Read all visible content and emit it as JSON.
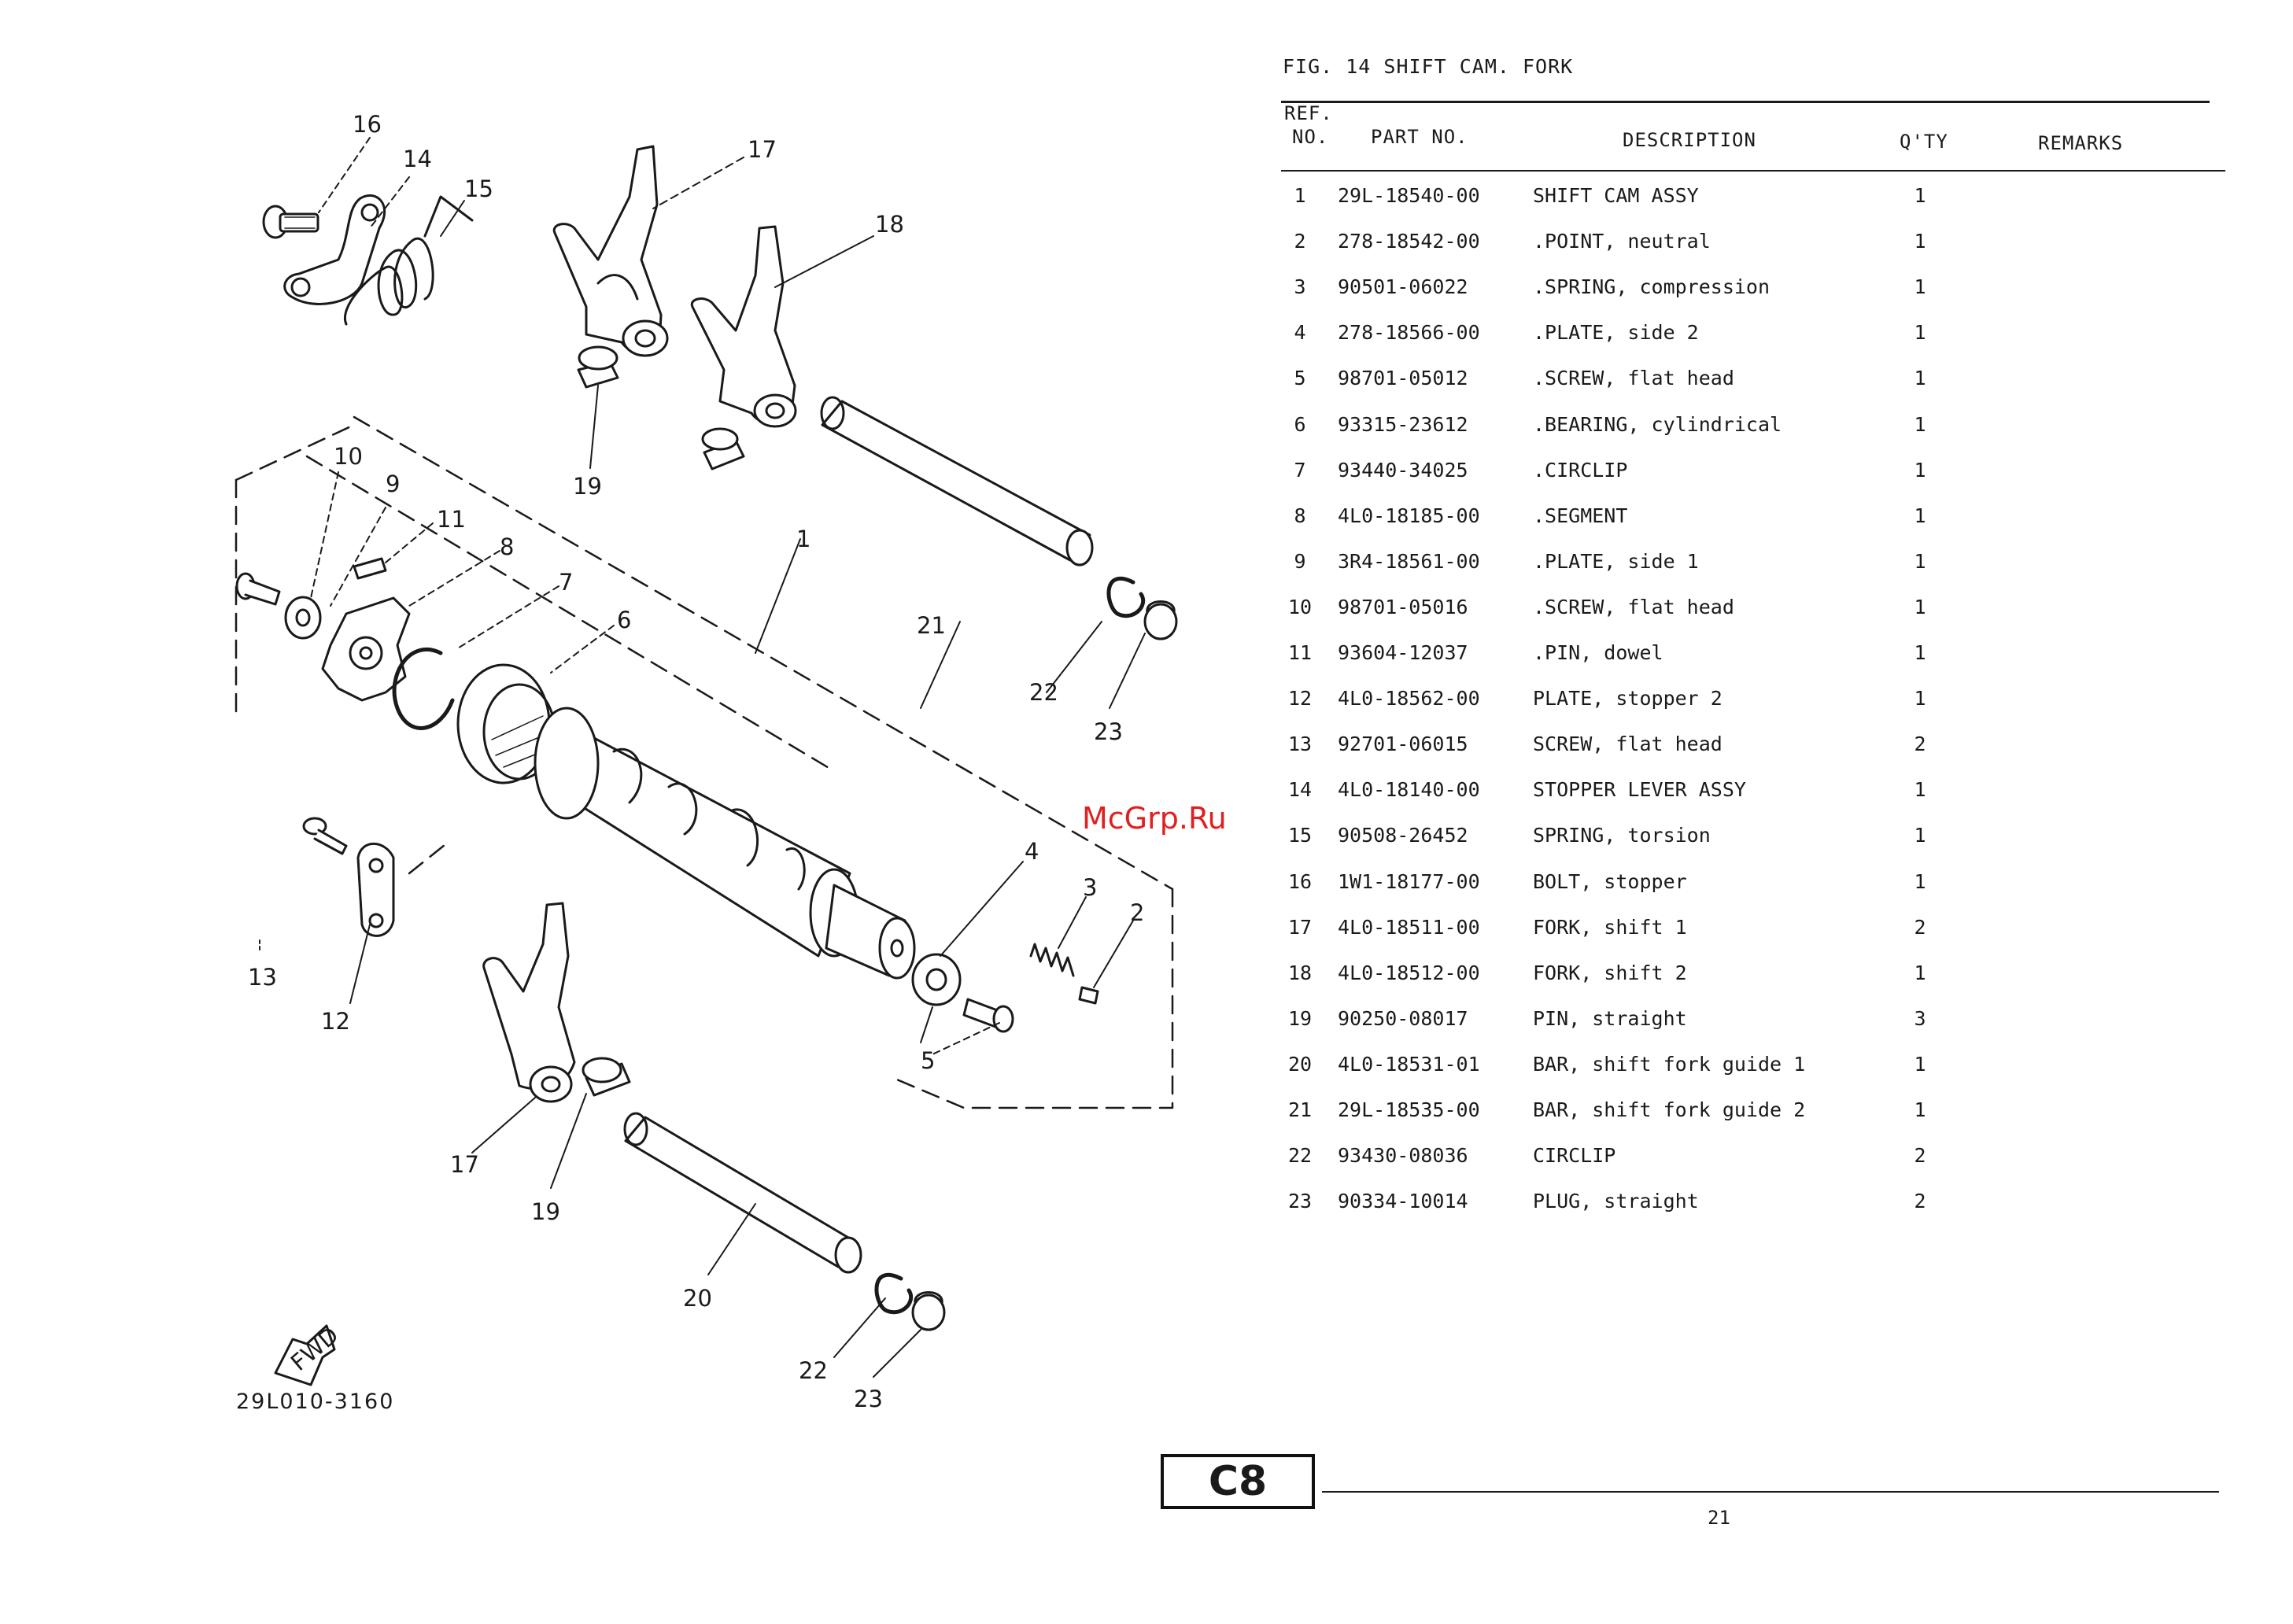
{
  "figure": {
    "title": "FIG. 14  SHIFT CAM. FORK",
    "drawing_code": "29L010-3160",
    "fwd_label": "FWD"
  },
  "table": {
    "headers": {
      "ref_line1": "REF.",
      "ref_line2": "NO.",
      "part_no": "PART NO.",
      "description": "DESCRIPTION",
      "qty": "Q'TY",
      "remarks": "REMARKS"
    },
    "rows": [
      {
        "ref": "1",
        "part": "29L-18540-00",
        "desc": "SHIFT CAM ASSY",
        "qty": "1"
      },
      {
        "ref": "2",
        "part": "278-18542-00",
        "desc": ".POINT, neutral",
        "qty": "1"
      },
      {
        "ref": "3",
        "part": "90501-06022",
        "desc": ".SPRING, compression",
        "qty": "1"
      },
      {
        "ref": "4",
        "part": "278-18566-00",
        "desc": ".PLATE, side 2",
        "qty": "1"
      },
      {
        "ref": "5",
        "part": "98701-05012",
        "desc": ".SCREW, flat head",
        "qty": "1"
      },
      {
        "ref": "6",
        "part": "93315-23612",
        "desc": ".BEARING, cylindrical",
        "qty": "1"
      },
      {
        "ref": "7",
        "part": "93440-34025",
        "desc": ".CIRCLIP",
        "qty": "1"
      },
      {
        "ref": "8",
        "part": "4L0-18185-00",
        "desc": ".SEGMENT",
        "qty": "1"
      },
      {
        "ref": "9",
        "part": "3R4-18561-00",
        "desc": ".PLATE, side 1",
        "qty": "1"
      },
      {
        "ref": "10",
        "part": "98701-05016",
        "desc": ".SCREW, flat head",
        "qty": "1"
      },
      {
        "ref": "11",
        "part": "93604-12037",
        "desc": ".PIN, dowel",
        "qty": "1"
      },
      {
        "ref": "12",
        "part": "4L0-18562-00",
        "desc": "PLATE, stopper 2",
        "qty": "1"
      },
      {
        "ref": "13",
        "part": "92701-06015",
        "desc": "SCREW, flat head",
        "qty": "2"
      },
      {
        "ref": "14",
        "part": "4L0-18140-00",
        "desc": "STOPPER LEVER ASSY",
        "qty": "1"
      },
      {
        "ref": "15",
        "part": "90508-26452",
        "desc": "SPRING, torsion",
        "qty": "1"
      },
      {
        "ref": "16",
        "part": "1W1-18177-00",
        "desc": "BOLT, stopper",
        "qty": "1"
      },
      {
        "ref": "17",
        "part": "4L0-18511-00",
        "desc": "FORK, shift 1",
        "qty": "2"
      },
      {
        "ref": "18",
        "part": "4L0-18512-00",
        "desc": "FORK, shift 2",
        "qty": "1"
      },
      {
        "ref": "19",
        "part": "90250-08017",
        "desc": "PIN, straight",
        "qty": "3"
      },
      {
        "ref": "20",
        "part": "4L0-18531-01",
        "desc": "BAR, shift fork guide 1",
        "qty": "1"
      },
      {
        "ref": "21",
        "part": "29L-18535-00",
        "desc": "BAR, shift fork guide 2",
        "qty": "1"
      },
      {
        "ref": "22",
        "part": "93430-08036",
        "desc": "CIRCLIP",
        "qty": "2"
      },
      {
        "ref": "23",
        "part": "90334-10014",
        "desc": "PLUG, straight",
        "qty": "2"
      }
    ]
  },
  "callouts": {
    "n1": "1",
    "n2": "2",
    "n3": "3",
    "n4": "4",
    "n5": "5",
    "n6": "6",
    "n7": "7",
    "n8": "8",
    "n9": "9",
    "n10": "10",
    "n11": "11",
    "n12": "12",
    "n13": "13",
    "n14": "14",
    "n15": "15",
    "n16": "16",
    "n17": "17",
    "n17b": "17",
    "n18": "18",
    "n19": "19",
    "n19b": "19",
    "n20": "20",
    "n21": "21",
    "n22": "22",
    "n22b": "22",
    "n23": "23",
    "n23b": "23"
  },
  "watermark": "McGrp.Ru",
  "section_code": "C8",
  "page_number": "21"
}
